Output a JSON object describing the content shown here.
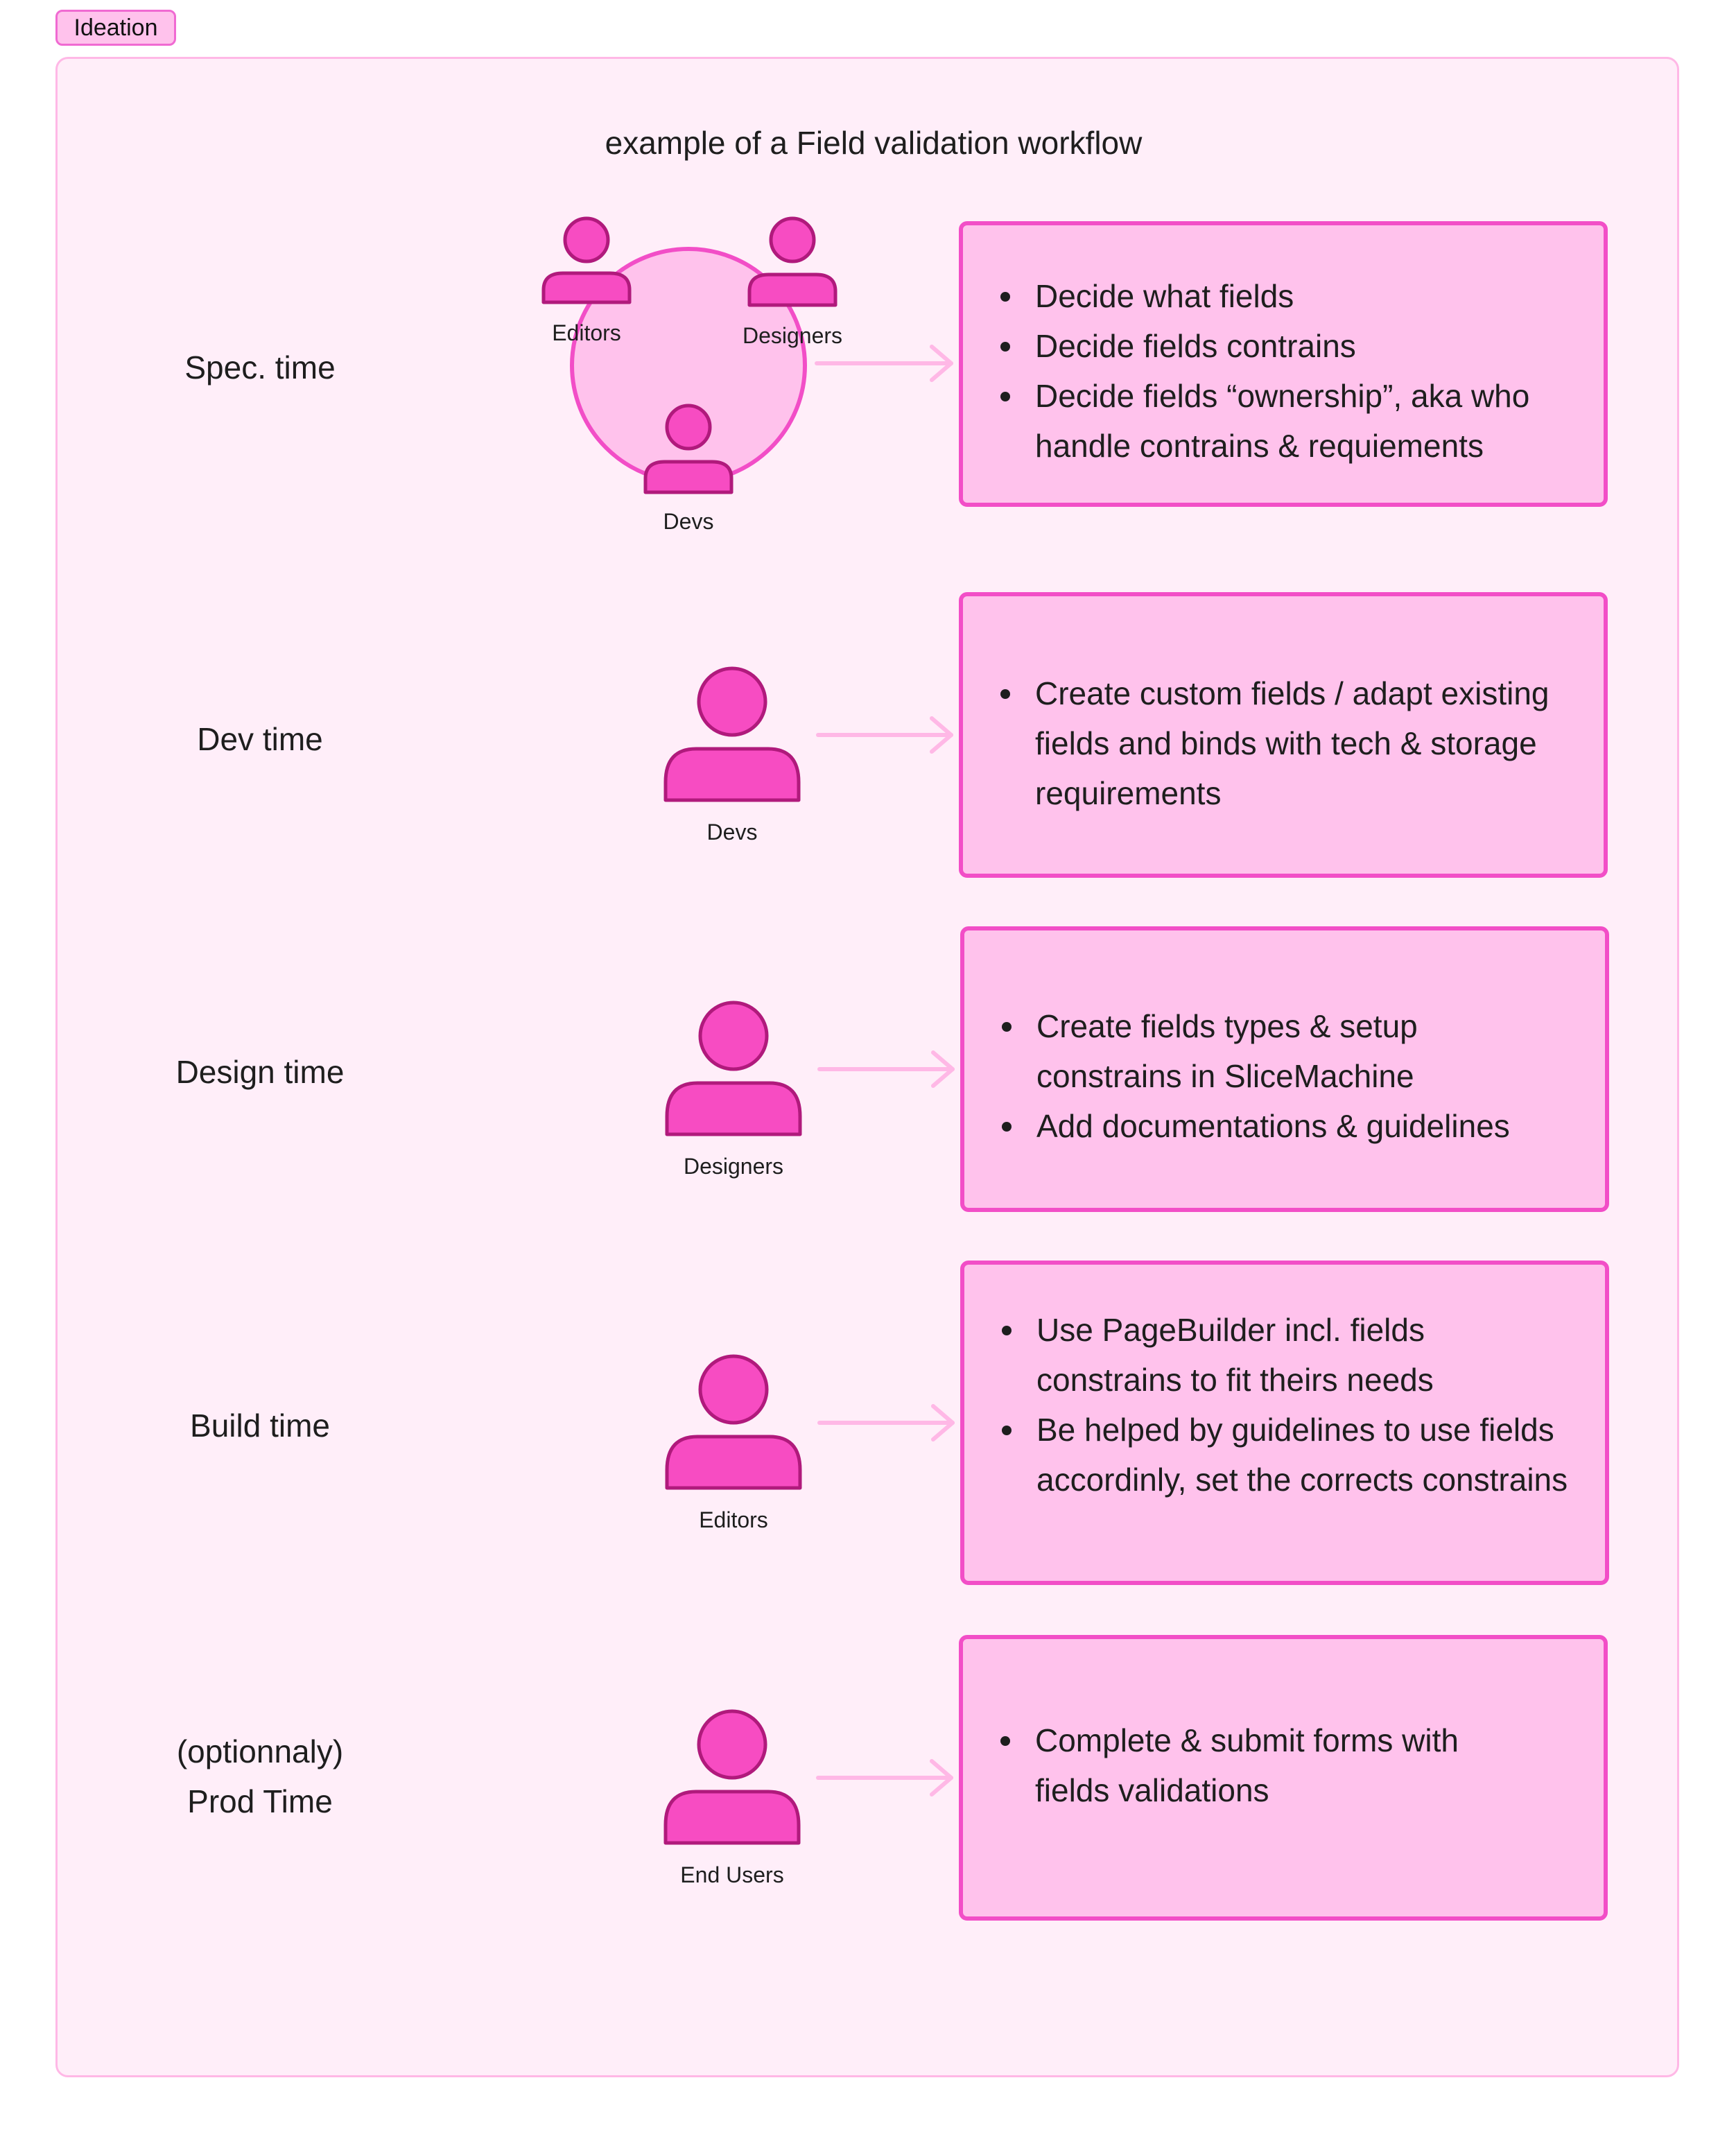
{
  "tag": {
    "label": "Ideation"
  },
  "title": "example of a Field validation workflow",
  "colors": {
    "frame_bg": "#ffeef9",
    "frame_border": "#ffb8e6",
    "box_fill": "#ffc2ec",
    "box_border": "#f24ec7",
    "icon_fill": "#f74cc2",
    "icon_stroke": "#b01a7c",
    "arrow": "#ffb8e6"
  },
  "rows": [
    {
      "stage_lines": [
        "Spec. time"
      ],
      "personas": [
        "Editors",
        "Designers",
        "Devs"
      ],
      "bullets": [
        "Decide what fields",
        "Decide fields contrains",
        "Decide fields “ownership”, aka who handle contrains & requiements"
      ]
    },
    {
      "stage_lines": [
        "Dev time"
      ],
      "personas": [
        "Devs"
      ],
      "bullets": [
        "Create custom fields / adapt existing fields and binds with tech & storage requirements"
      ]
    },
    {
      "stage_lines": [
        "Design time"
      ],
      "personas": [
        "Designers"
      ],
      "bullets": [
        "Create fields types & setup constrains in SliceMachine",
        "Add documentations & guidelines"
      ]
    },
    {
      "stage_lines": [
        "Build time"
      ],
      "personas": [
        "Editors"
      ],
      "bullets": [
        "Use PageBuilder incl. fields constrains to fit theirs needs",
        "Be helped by guidelines to use fields accordinly, set the corrects constrains"
      ]
    },
    {
      "stage_lines": [
        "(optionnaly)",
        "Prod Time"
      ],
      "personas": [
        "End Users"
      ],
      "bullets": [
        "Complete & submit forms with fields validations"
      ]
    }
  ]
}
